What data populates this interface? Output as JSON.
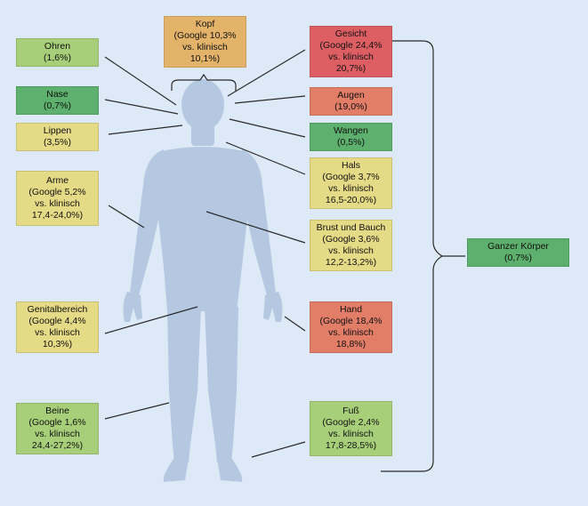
{
  "colors": {
    "background": "#dde9f6",
    "body": "#b4c8e2",
    "line": "#2a2a2a",
    "dark_green": "#5db06d",
    "light_green": "#a7cf79",
    "yellow": "#e5da86",
    "orange": "#e4b36a",
    "salmon": "#e27d67",
    "red": "#dd5f64"
  },
  "boxes": {
    "kopf": {
      "text": "Kopf\n(Google 10,3%\nvs. klinisch\n10,1%)",
      "color": "orange"
    },
    "ohren": {
      "text": "Ohren\n(1,6%)",
      "color": "light_green"
    },
    "nase": {
      "text": "Nase\n(0,7%)",
      "color": "dark_green"
    },
    "lippen": {
      "text": "Lippen\n(3,5%)",
      "color": "yellow"
    },
    "arme": {
      "text": "Arme\n(Google 5,2%\nvs. klinisch\n17,4-24,0%)",
      "color": "yellow"
    },
    "genital": {
      "text": "Genitalbereich\n(Google 4,4%\nvs. klinisch\n10,3%)",
      "color": "yellow"
    },
    "beine": {
      "text": "Beine\n(Google 1,6%\nvs. klinisch\n24,4-27,2%)",
      "color": "light_green"
    },
    "gesicht": {
      "text": "Gesicht\n(Google 24,4%\nvs. klinisch\n20,7%)",
      "color": "red"
    },
    "augen": {
      "text": "Augen\n(19,0%)",
      "color": "salmon"
    },
    "wangen": {
      "text": "Wangen\n(0,5%)",
      "color": "dark_green"
    },
    "hals": {
      "text": "Hals\n(Google 3,7%\nvs. klinisch\n16,5-20,0%)",
      "color": "yellow"
    },
    "brust": {
      "text": "Brust und Bauch\n(Google 3,6%\nvs. klinisch\n12,2-13,2%)",
      "color": "yellow"
    },
    "hand": {
      "text": "Hand\n(Google 18,4%\nvs. klinisch\n18,8%)",
      "color": "salmon"
    },
    "fuss": {
      "text": "Fuß\n(Google 2,4%\nvs. klinisch\n17,8-28,5%)",
      "color": "light_green"
    },
    "ganzer": {
      "text": "Ganzer Körper\n(0,7%)",
      "color": "dark_green"
    }
  }
}
